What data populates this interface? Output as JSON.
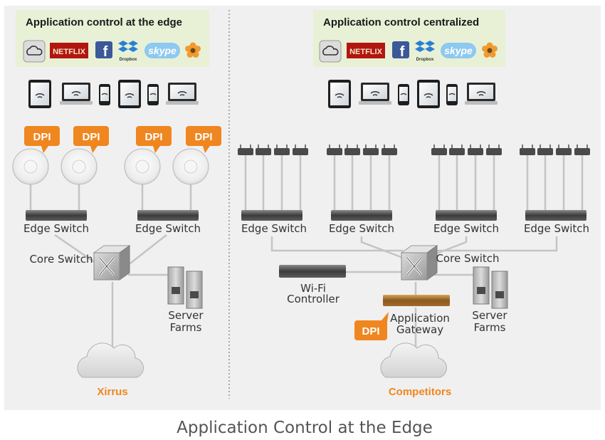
{
  "colors": {
    "accent": "#f0861f",
    "strip_bg": "#e8f1d6",
    "panel_bg": "#f0f0f0",
    "line": "#c4c4c4"
  },
  "left_panel": {
    "title": "Application control at the edge",
    "apps": [
      "icloud-icon",
      "Netflix",
      "facebook-icon",
      "Dropbox",
      "skype",
      "flower-app-icon"
    ],
    "dpi_label": "DPI",
    "edge_switch_label": "Edge Switch",
    "core_switch_label": "Core Switch",
    "server_label_line1": "Server",
    "server_label_line2": "Farms",
    "cloud_label": "Xirrus"
  },
  "right_panel": {
    "title": "Application control centralized",
    "apps": [
      "icloud-icon",
      "Netflix",
      "facebook-icon",
      "Dropbox",
      "skype",
      "flower-app-icon"
    ],
    "edge_switch_label": "Edge Switch",
    "core_switch_label": "Core Switch",
    "wifi_label_line1": "Wi-Fi",
    "wifi_label_line2": "Controller",
    "gateway_label_line1": "Application",
    "gateway_label_line2": "Gateway",
    "dpi_label": "DPI",
    "server_label_line1": "Server",
    "server_label_line2": "Farms",
    "cloud_label": "Competitors"
  },
  "app_labels": {
    "netflix": "NETFLIX",
    "facebook": "f",
    "dropbox": "Dropbox",
    "skype": "skype"
  },
  "caption": "Application Control at the Edge"
}
